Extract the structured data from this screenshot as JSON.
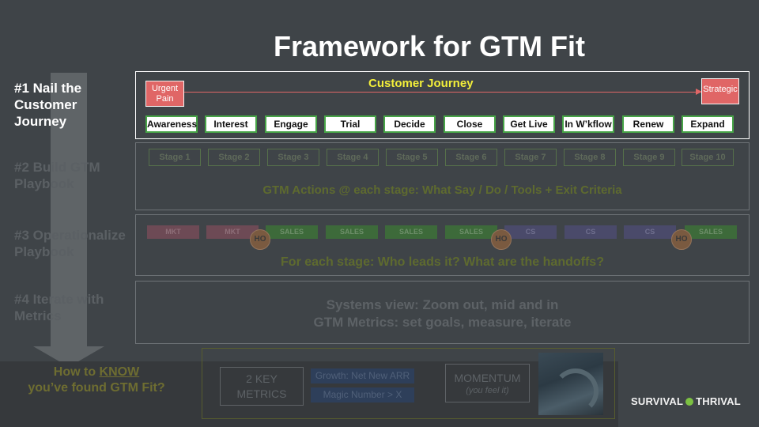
{
  "title": "Framework for GTM Fit",
  "rows": [
    {
      "label_lines": [
        "#1 Nail the",
        "Customer",
        "Journey"
      ]
    },
    {
      "label_lines": [
        "#2 Build GTM",
        "Playbook"
      ]
    },
    {
      "label_lines": [
        "#3 Operationalize",
        "Playbook"
      ]
    },
    {
      "label_lines": [
        "#4 Iterate with",
        "Metrics"
      ]
    }
  ],
  "journey": {
    "title": "Customer Journey",
    "start_lines": [
      "Urgent",
      "Pain"
    ],
    "end": "Strategic",
    "stages": [
      "Awareness",
      "Interest",
      "Engage",
      "Trial",
      "Decide",
      "Close",
      "Get Live",
      "In W’kflow",
      "Renew",
      "Expand"
    ]
  },
  "playbook": {
    "stage_labels": [
      "Stage 1",
      "Stage 2",
      "Stage 3",
      "Stage 4",
      "Stage 5",
      "Stage 6",
      "Stage 7",
      "Stage 8",
      "Stage 9",
      "Stage 10"
    ],
    "text": "GTM Actions @ each stage:  What Say / Do / Tools + Exit Criteria"
  },
  "operationalize": {
    "owners": [
      "MKT",
      "MKT",
      "SALES",
      "SALES",
      "SALES",
      "SALES",
      "CS",
      "CS",
      "CS",
      "SALES"
    ],
    "handoff": "HO",
    "text": "For each stage:  Who leads it?  What are the handoffs?"
  },
  "iterate": {
    "line1": "Systems view: Zoom out, mid and in",
    "line2": "GTM Metrics: set goals, measure, iterate"
  },
  "fit": {
    "pre": "How to ",
    "know": "KNOW",
    "line2": "you’ve found GTM Fit?",
    "key_metrics_lines": [
      "2 KEY",
      "METRICS"
    ],
    "metric1": "Growth: Net New ARR",
    "metric2": "Magic Number > X",
    "momentum": "MOMENTUM",
    "momentum_sub": "(you feel it)"
  },
  "logo": {
    "left": "SURVIVAL",
    "right": "THRIVAL"
  },
  "colors": {
    "background": "#3f4448",
    "title": "#ffffff",
    "journey_title": "#f3ef3a",
    "pain": "#e06666",
    "stage_border": "#47a447",
    "mkt": "#6d4a55",
    "sales": "#3d6a3a",
    "cs": "#4a4a6a"
  },
  "icons": [
    "down-arrow",
    "wave-image",
    "survival-thrival-dot"
  ]
}
